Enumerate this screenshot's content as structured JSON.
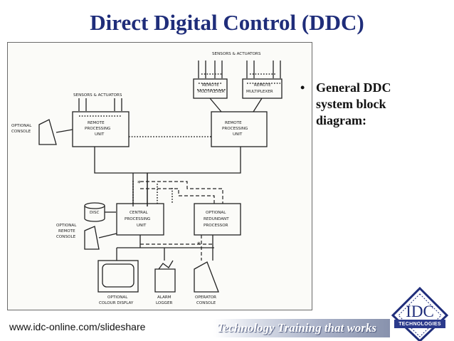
{
  "slide": {
    "title": "Direct Digital Control (DDC)",
    "bullet_symbol": "•",
    "bullet_text": "General DDC system block diagram:"
  },
  "diagram": {
    "labels": {
      "sensors_top": "SENSORS & ACTUATORS",
      "sensors_left": "SENSORS & ACTUATORS",
      "remote_mux_1": [
        "REMOTE",
        "MULTIPLEXER"
      ],
      "remote_mux_2": [
        "REMOTE",
        "MULTIPLEXER"
      ],
      "optional_console": [
        "OPTIONAL",
        "CONSOLE"
      ],
      "rpu_left": [
        "REMOTE",
        "PROCESSING",
        "UNIT"
      ],
      "rpu_right": [
        "REMOTE",
        "PROCESSING",
        "UNIT"
      ],
      "disc": "DISC",
      "cpu": [
        "CENTRAL",
        "PROCESSING",
        "UNIT"
      ],
      "redundant": [
        "OPTIONAL",
        "REDUNDANT",
        "PROCESSOR"
      ],
      "optional_remote_console": [
        "OPTIONAL",
        "REMOTE",
        "CONSOLE"
      ],
      "colour_display": [
        "OPTIONAL",
        "COLOUR DISPLAY"
      ],
      "alarm_logger": [
        "ALARM",
        "LOGGER"
      ],
      "operator_console": [
        "OPERATOR",
        "CONSOLE"
      ]
    }
  },
  "footer": {
    "url": "www.idc-online.com/slideshare",
    "tagline": "Technology Training that works"
  },
  "logo": {
    "word": "IDC",
    "sub": "TECHNOLOGIES",
    "colors": {
      "primary": "#1f2d7a",
      "band": "#2b3a8c"
    }
  }
}
